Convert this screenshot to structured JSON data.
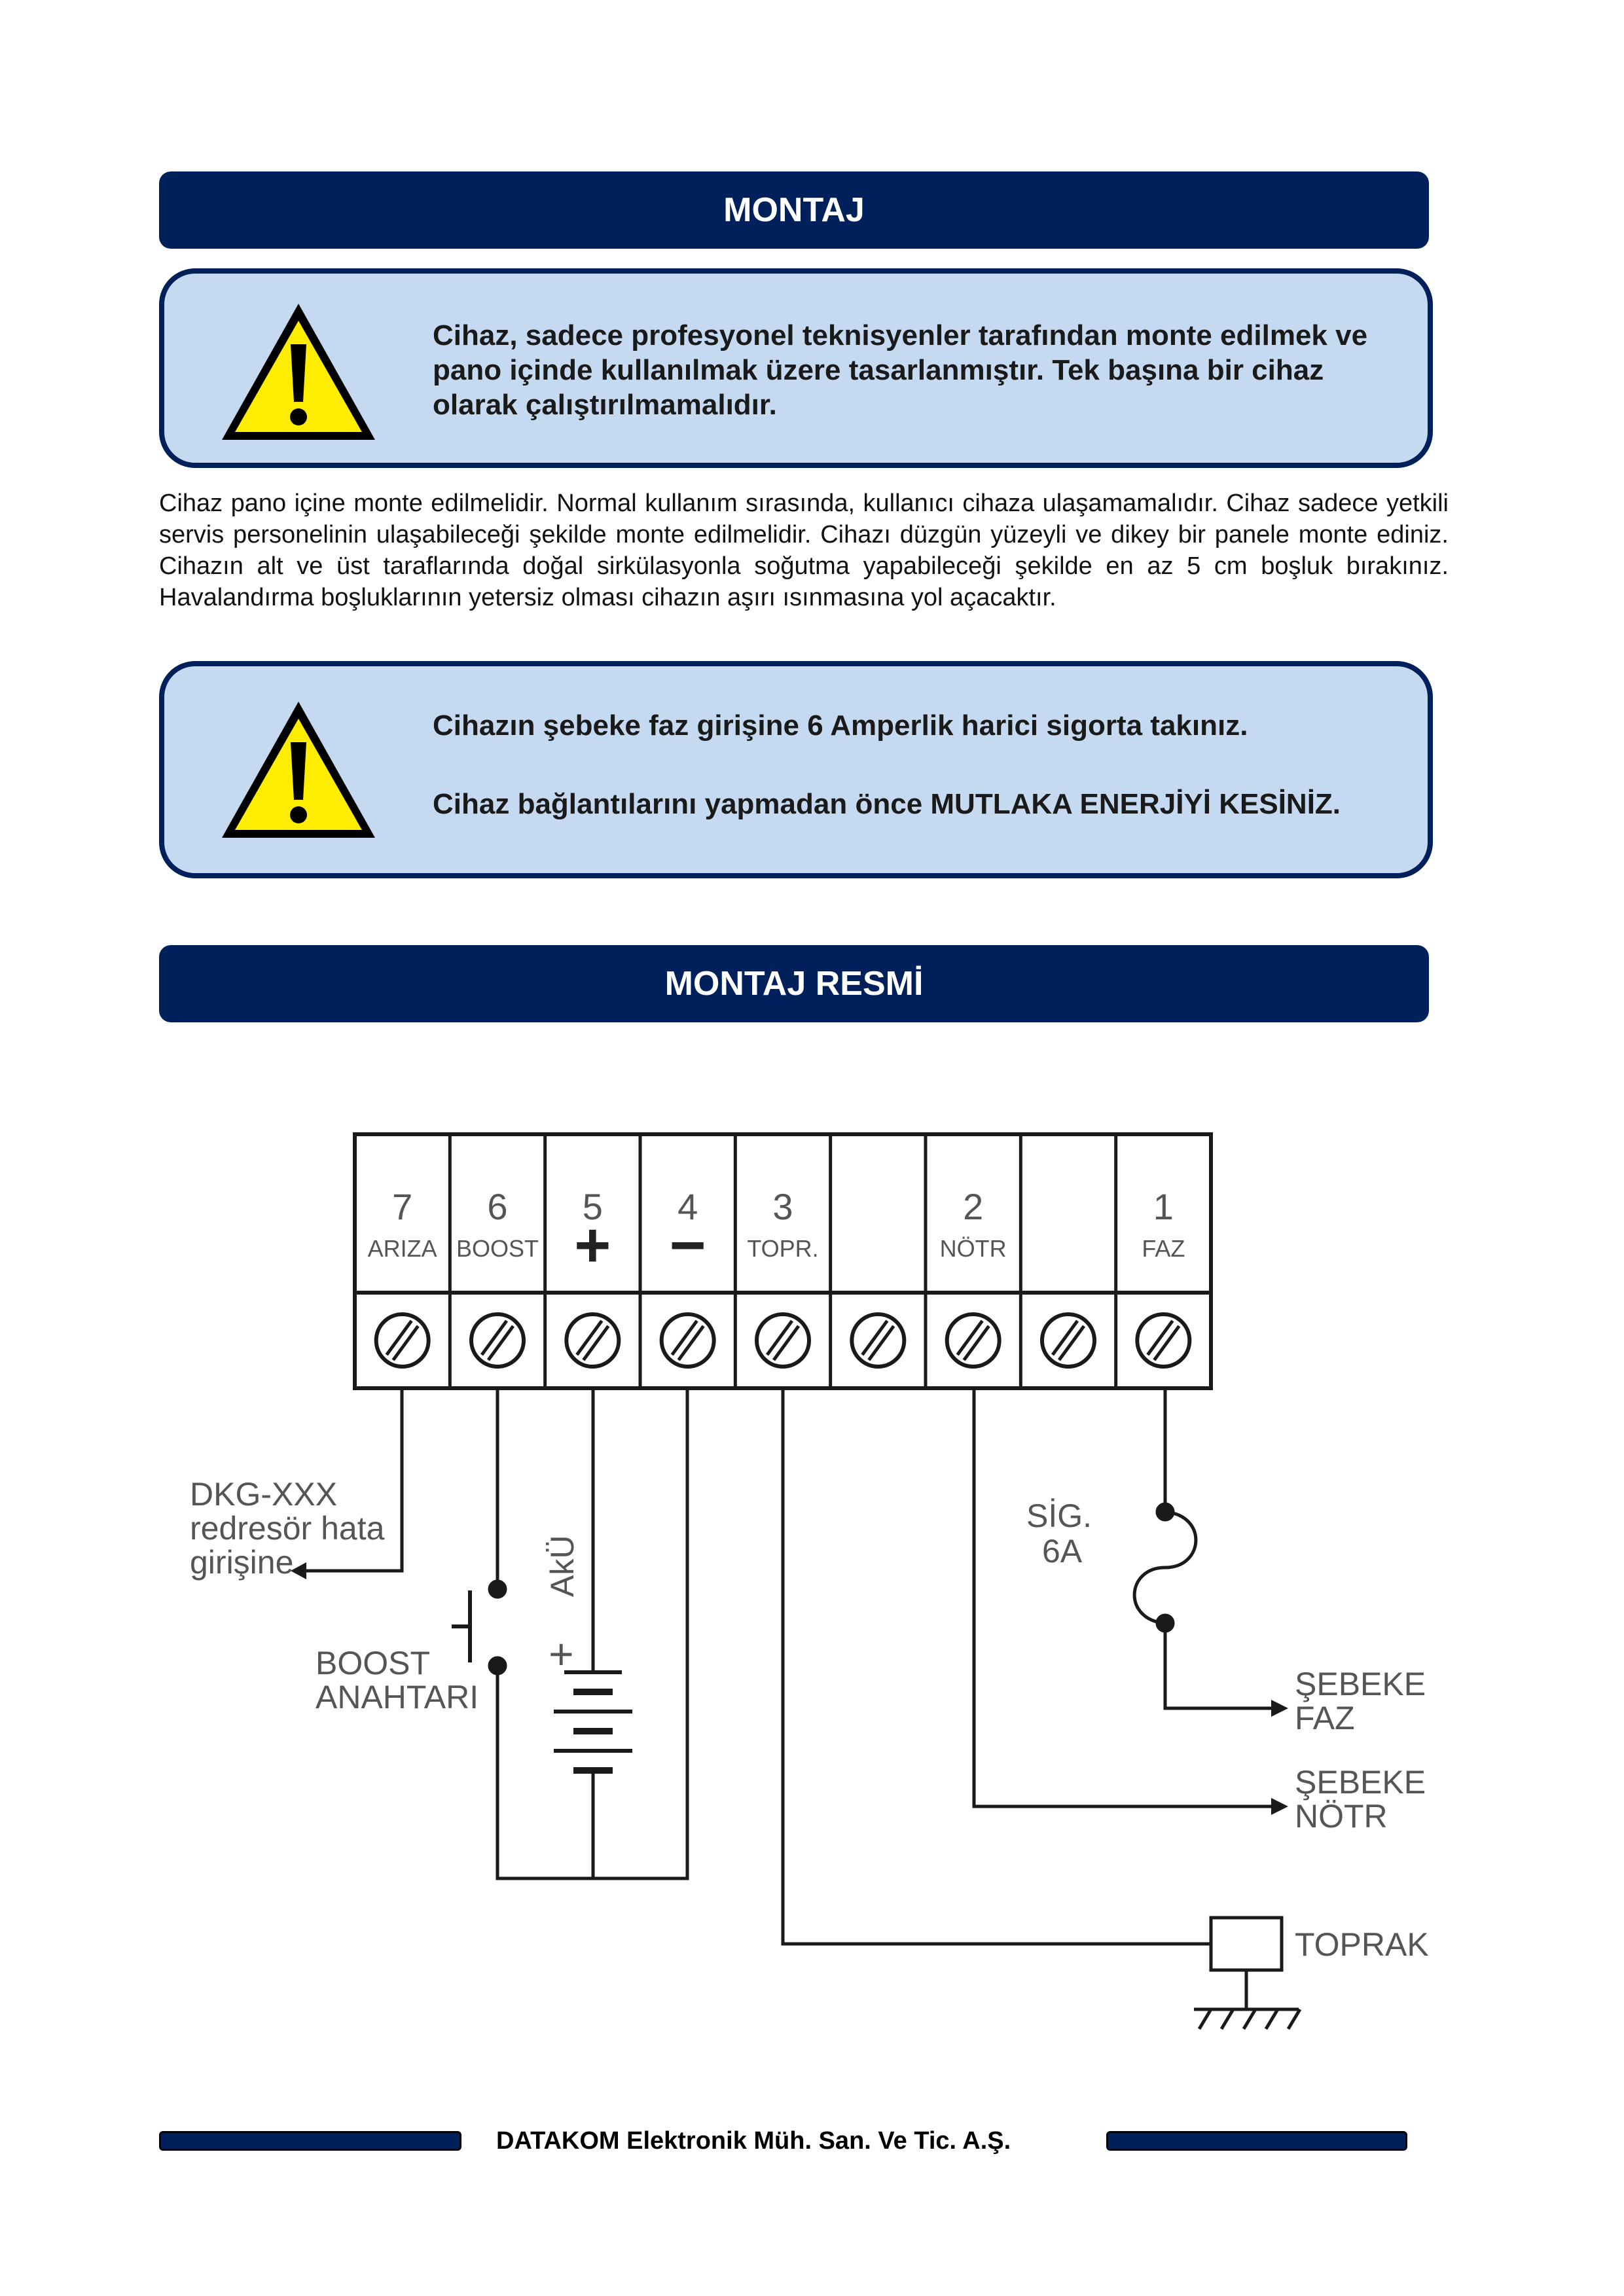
{
  "sections": {
    "montaj_title": "MONTAJ",
    "montaj_resmi_title": "MONTAJ RESMİ"
  },
  "warning1": {
    "text": "Cihaz, sadece profesyonel teknisyenler tarafından monte edilmek ve pano içinde kullanılmak üzere tasarlanmıştır. Tek başına bir cihaz olarak çalıştırılmamalıdır."
  },
  "paragraph": "Cihaz pano içine monte edilmelidir. Normal kullanım sırasında, kullanıcı cihaza ulaşamamalıdır. Cihaz sadece yetkili servis personelinin ulaşabileceği şekilde monte edilmelidir. Cihazı düzgün yüzeyli ve dikey bir panele monte ediniz. Cihazın alt ve üst taraflarında doğal sirkülasyonla soğutma yapabileceği şekilde en az 5 cm boşluk bırakınız. Havalandırma boşluklarının yetersiz olması cihazın aşırı ısınmasına yol açacaktır.",
  "warning2": {
    "line1": "Cihazın şebeke faz girişine 6 Amperlik harici sigorta takınız.",
    "line2": "Cihaz bağlantılarını yapmadan önce MUTLAKA ENERJİYİ KESİNİZ."
  },
  "diagram": {
    "terminals": [
      {
        "number": "7",
        "label": "ARIZA"
      },
      {
        "number": "6",
        "label": "BOOST"
      },
      {
        "number": "5",
        "label": "+"
      },
      {
        "number": "4",
        "label": "−"
      },
      {
        "number": "3",
        "label": "TOPR."
      },
      {
        "number": "",
        "label": ""
      },
      {
        "number": "2",
        "label": "NÖTR"
      },
      {
        "number": "",
        "label": ""
      },
      {
        "number": "1",
        "label": "FAZ"
      }
    ],
    "dkg_line1": "DKG-XXX",
    "dkg_line2": "redresör hata",
    "dkg_line3": "girişine",
    "boost_line1": "BOOST",
    "boost_line2": "ANAHTARI",
    "aku_label": "AkÜ",
    "aku_plus": "+",
    "fuse_line1": "SİG.",
    "fuse_line2": "6A",
    "sebeke_faz_line1": "ŞEBEKE",
    "sebeke_faz_line2": "FAZ",
    "sebeke_notr_line1": "ŞEBEKE",
    "sebeke_notr_line2": "NÖTR",
    "toprak": "TOPRAK"
  },
  "footer": {
    "company": "DATAKOM  Elektronik Müh. San. Ve Tic. A.Ş."
  },
  "colors": {
    "navy": "#00205b",
    "light_blue": "#c5d9f1",
    "warning_yellow": "#ffed00"
  }
}
